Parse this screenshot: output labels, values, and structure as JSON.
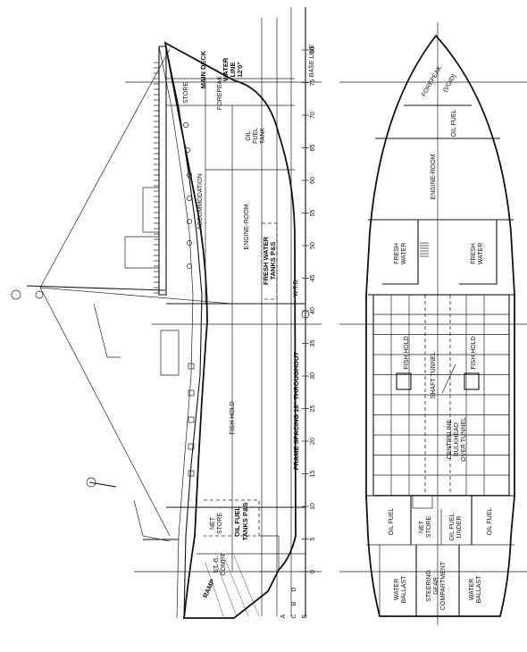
{
  "profile": {
    "base_line": "BASE LINE",
    "main_deck": "MAIN DECK",
    "water_line": "WATER",
    "water_line_2": "LINE",
    "water_line_3": "12'0\"",
    "forepeak": "FOREPEAK",
    "store": "STORE",
    "oil_fuel_tank": "OIL",
    "oil_fuel_tank_2": "FUEL",
    "oil_fuel_tank_3": "TANK",
    "accommodation": "ACCOMMODATION",
    "engine_room": "ENGINE-ROOM",
    "fresh_water_tanks": "FRESH WATER",
    "fresh_water_tanks_2": "TANKS P&S",
    "wtb": "W.T.B.",
    "frame_spacing": "FRAME SPACING 18\" THROUGHOUT",
    "fish_hold": "FISH HOLD",
    "net_store": "NET",
    "net_store_2": "STORE",
    "oil_fuel_tanks_ps": "OIL FUEL",
    "oil_fuel_tanks_ps_2": "TANKS P&S",
    "st_g_compt": "ST. G.",
    "st_g_compt_2": "COMPT",
    "ramp": "RAMP",
    "frame_numbers": [
      "80",
      "75",
      "70",
      "65",
      "60",
      "55",
      "50",
      "45",
      "40",
      "35",
      "30",
      "25",
      "20",
      "15",
      "10",
      "5",
      "0"
    ],
    "aft_letters": [
      "D",
      "B",
      "E",
      "C",
      "A"
    ]
  },
  "plan": {
    "forepeak": "FOREPEAK",
    "void": "(VOID)",
    "oil_fuel_fwd": "OIL FUEL",
    "engine_room": "ENGINE-ROOM",
    "fresh_water": "FRESH",
    "fresh_water_2": "WATER",
    "fish_hold": "FISH HOLD",
    "shaft_tunnel": "SHAFT TUNNEL",
    "centreline": "CENTRELINE",
    "centreline_2": "BULKHEAD",
    "centreline_3": "OVER TUNNEL",
    "oil_fuel": "OIL FUEL",
    "net_store": "NET",
    "net_store_2": "STORE",
    "oil_fuel_under": "OIL FUEL",
    "oil_fuel_under_2": "UNDER",
    "water_ballast": "WATER",
    "water_ballast_2": "BALLAST",
    "steering_gear": "STEERING",
    "steering_gear_2": "GEAR",
    "steering_gear_3": "COMPARTMENT"
  }
}
